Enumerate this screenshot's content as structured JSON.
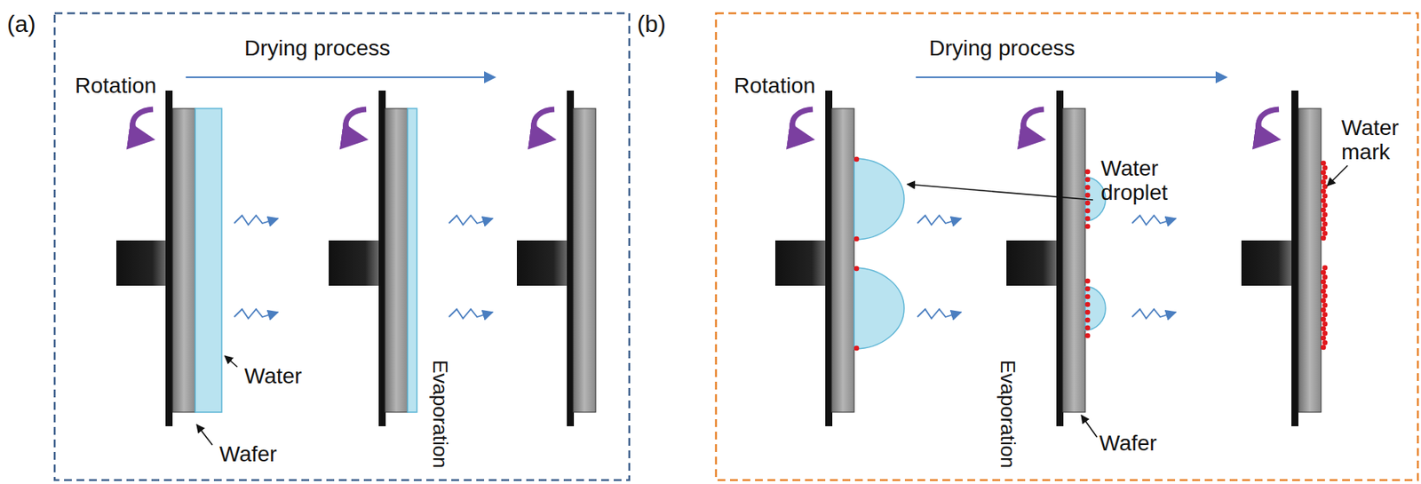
{
  "diagram": {
    "labels": [
      "(a)",
      "Drying process",
      "Rotation",
      "Water",
      "Wafer",
      "Evaporation",
      "(b)",
      "Drying process",
      "Rotation",
      "Water droplet",
      "Evaporation",
      "Wafer",
      "Water mark"
    ]
  }
}
